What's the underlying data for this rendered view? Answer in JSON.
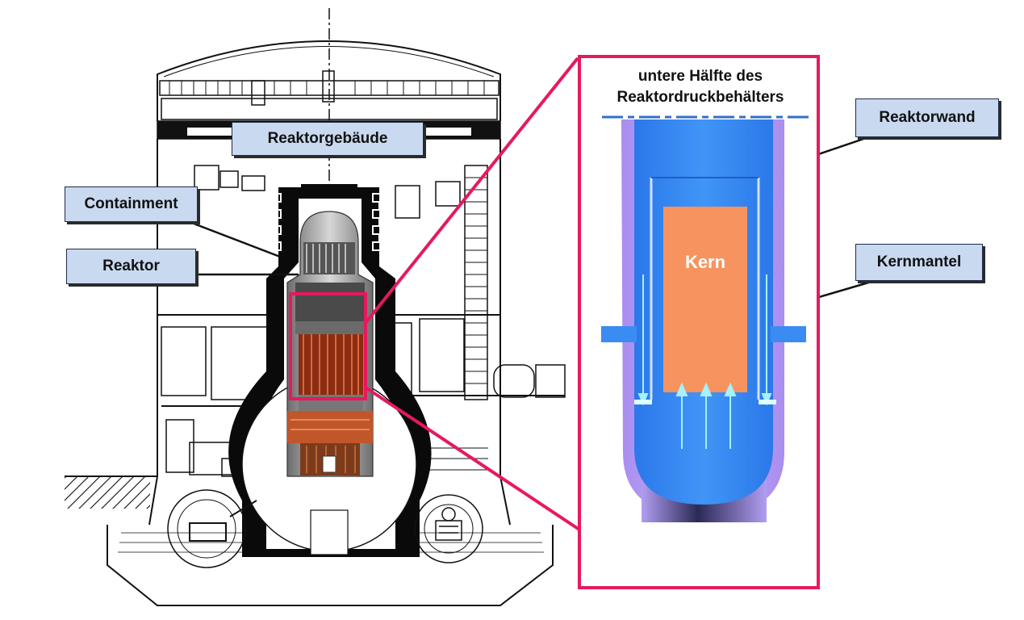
{
  "labels": {
    "reaktorgebaeude": "Reaktorgebäude",
    "containment": "Containment",
    "reaktor": "Reaktor",
    "reaktorwand": "Reaktorwand",
    "kernmantel": "Kernmantel",
    "kern": "Kern"
  },
  "detail": {
    "title_line1": "untere Hälfte des",
    "title_line2": "Reaktordruckbehälters"
  },
  "colors": {
    "highlight": "#e6195f",
    "label_bg": "#c9d9f0",
    "vessel_wall": "#b59cf0",
    "vessel_inner": "#2f7ff0",
    "core": "#f7935e"
  }
}
